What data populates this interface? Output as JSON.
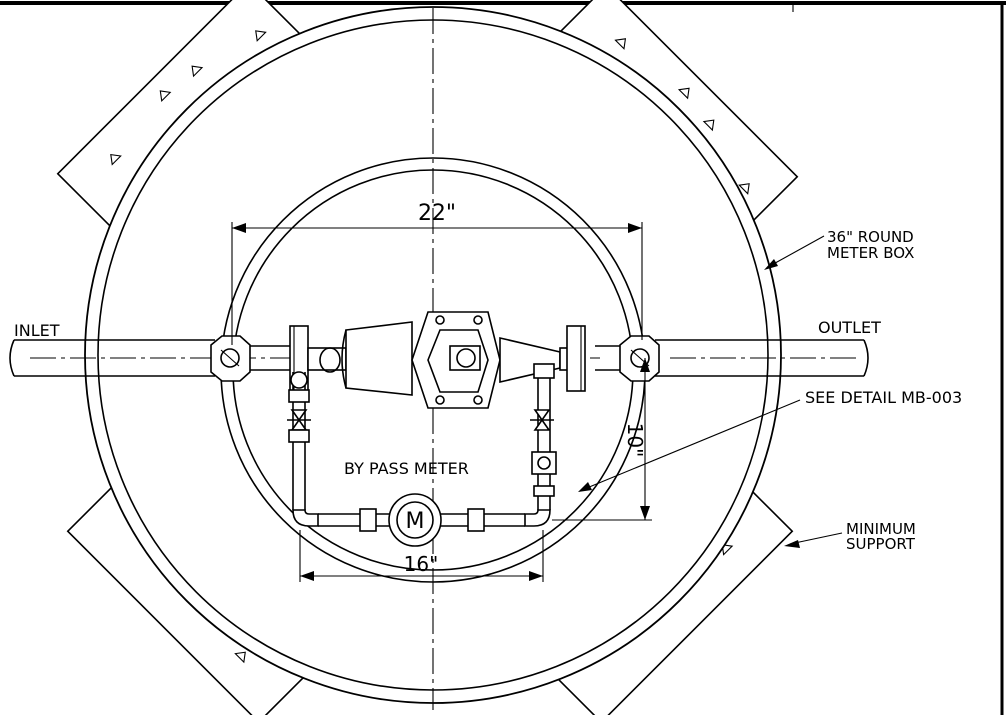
{
  "labels": {
    "inlet": "INLET",
    "outlet": "OUTLET",
    "box_line1": "36\" ROUND",
    "box_line2": "METER BOX",
    "see_detail": "SEE DETAIL MB-003",
    "bypass": "BY PASS METER",
    "support_line1": "MINIMUM",
    "support_line2": "SUPPORT",
    "meter_symbol": "M"
  },
  "dimensions": {
    "width_top": "22\"",
    "width_bottom": "16\"",
    "height_right": "10\""
  },
  "colors": {
    "line": "#000000",
    "background": "#ffffff"
  }
}
